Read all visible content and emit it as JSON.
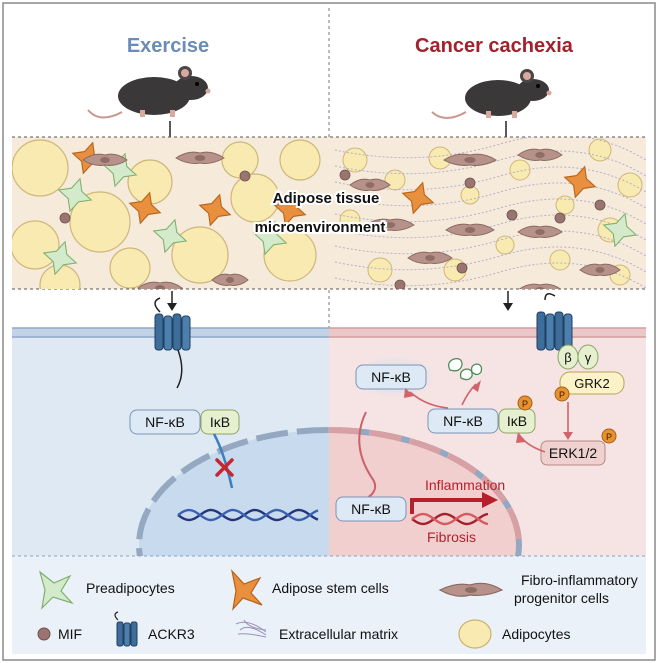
{
  "panels": {
    "left_title": "Exercise",
    "right_title": "Cancer cachexia",
    "tissue_label_line1": "Adipose tissue",
    "tissue_label_line2": "microenvironment"
  },
  "left_cell": {
    "nfkb": "NF-κB",
    "ikb": "IκB"
  },
  "right_cell": {
    "nfkb_free": "NF-κB",
    "nfkb_complex": "NF-κB",
    "ikb": "IκB",
    "beta": "β",
    "gamma": "γ",
    "grk2": "GRK2",
    "erk": "ERK1/2",
    "phospho": "P",
    "nfkb_nucleus": "NF-κB",
    "inflammation": "Inflammation",
    "fibrosis": "Fibrosis"
  },
  "legend": {
    "preadipocytes": "Preadipocytes",
    "adipose_stem": "Adipose stem cells",
    "fibro_line1": "Fibro-inflammatory",
    "fibro_line2": "progenitor cells",
    "mif": "MIF",
    "ackr3": "ACKR3",
    "ecm": "Extracellular matrix",
    "adipocytes": "Adipocytes"
  },
  "colors": {
    "exercise_title": "#6a8cb8",
    "cachexia_title": "#a3212a",
    "left_bg": "#dfe9f4",
    "right_bg": "#f6e4e4",
    "adipocyte": "#f8eab0",
    "preadipocyte": "#d4ebcb",
    "stem_cell": "#e9903e",
    "fibro": "#b6928a",
    "mif": "#9a7470",
    "receptor": "#3e6d9a",
    "inflammation": "#b7202b"
  }
}
